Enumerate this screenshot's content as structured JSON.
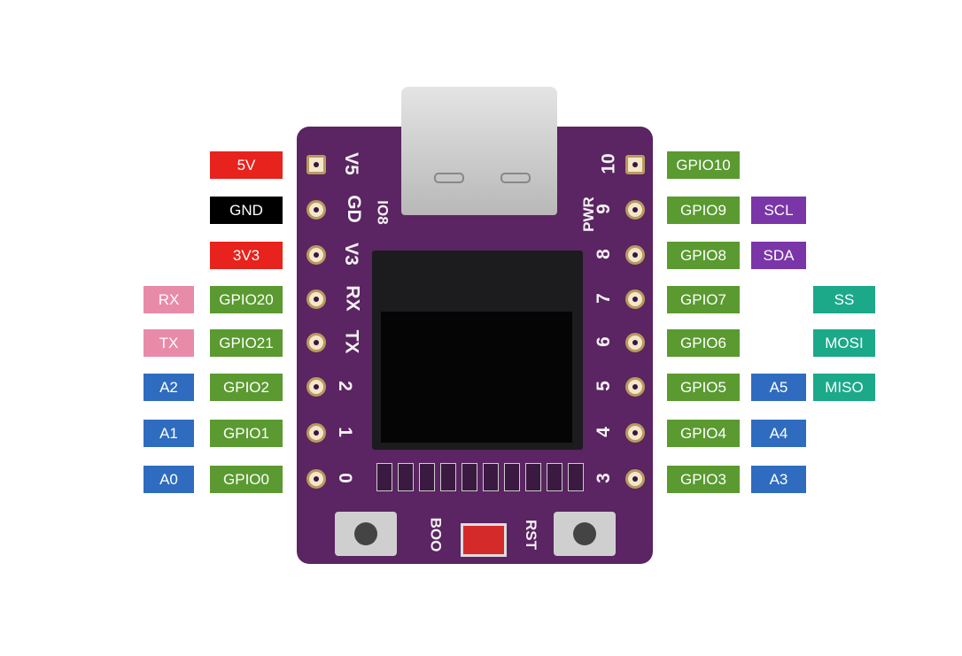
{
  "left_pins": [
    {
      "gpio": "5V",
      "gpio_color": "#e8221c",
      "alt": null,
      "alt_color": null,
      "silk": "V5"
    },
    {
      "gpio": "GND",
      "gpio_color": "#000000",
      "alt": null,
      "alt_color": null,
      "silk": "GD"
    },
    {
      "gpio": "3V3",
      "gpio_color": "#e8221c",
      "alt": null,
      "alt_color": null,
      "silk": "V3"
    },
    {
      "gpio": "GPIO20",
      "gpio_color": "#5a9a30",
      "alt": "RX",
      "alt_color": "#e88ba8",
      "silk": "RX"
    },
    {
      "gpio": "GPIO21",
      "gpio_color": "#5a9a30",
      "alt": "TX",
      "alt_color": "#e88ba8",
      "silk": "TX"
    },
    {
      "gpio": "GPIO2",
      "gpio_color": "#5a9a30",
      "alt": "A2",
      "alt_color": "#2f6cbf",
      "silk": "2"
    },
    {
      "gpio": "GPIO1",
      "gpio_color": "#5a9a30",
      "alt": "A1",
      "alt_color": "#2f6cbf",
      "silk": "1"
    },
    {
      "gpio": "GPIO0",
      "gpio_color": "#5a9a30",
      "alt": "A0",
      "alt_color": "#2f6cbf",
      "silk": "0"
    }
  ],
  "right_pins": [
    {
      "gpio": "GPIO10",
      "alt": null,
      "alt_color": null,
      "spi": null,
      "silk": "10"
    },
    {
      "gpio": "GPIO9",
      "alt": "SCL",
      "alt_color": "#7a36a8",
      "spi": null,
      "silk": "9"
    },
    {
      "gpio": "GPIO8",
      "alt": "SDA",
      "alt_color": "#7a36a8",
      "spi": null,
      "silk": "8"
    },
    {
      "gpio": "GPIO7",
      "alt": null,
      "alt_color": null,
      "spi": "SS",
      "silk": "7"
    },
    {
      "gpio": "GPIO6",
      "alt": null,
      "alt_color": null,
      "spi": "MOSI",
      "silk": "6"
    },
    {
      "gpio": "GPIO5",
      "alt": "A5",
      "alt_color": "#2f6cbf",
      "spi": "MISO",
      "silk": "5"
    },
    {
      "gpio": "GPIO4",
      "alt": "A4",
      "alt_color": "#2f6cbf",
      "spi": null,
      "silk": "4"
    },
    {
      "gpio": "GPIO3",
      "alt": "A3",
      "alt_color": "#2f6cbf",
      "spi": null,
      "silk": "3"
    }
  ],
  "colors": {
    "gpio": "#5a9a30",
    "spi": "#1ba98a",
    "board": "#5b2462"
  },
  "board_silk": {
    "io8": "IO8",
    "pwr": "PWR",
    "boot": "BOO",
    "rst": "RST"
  }
}
